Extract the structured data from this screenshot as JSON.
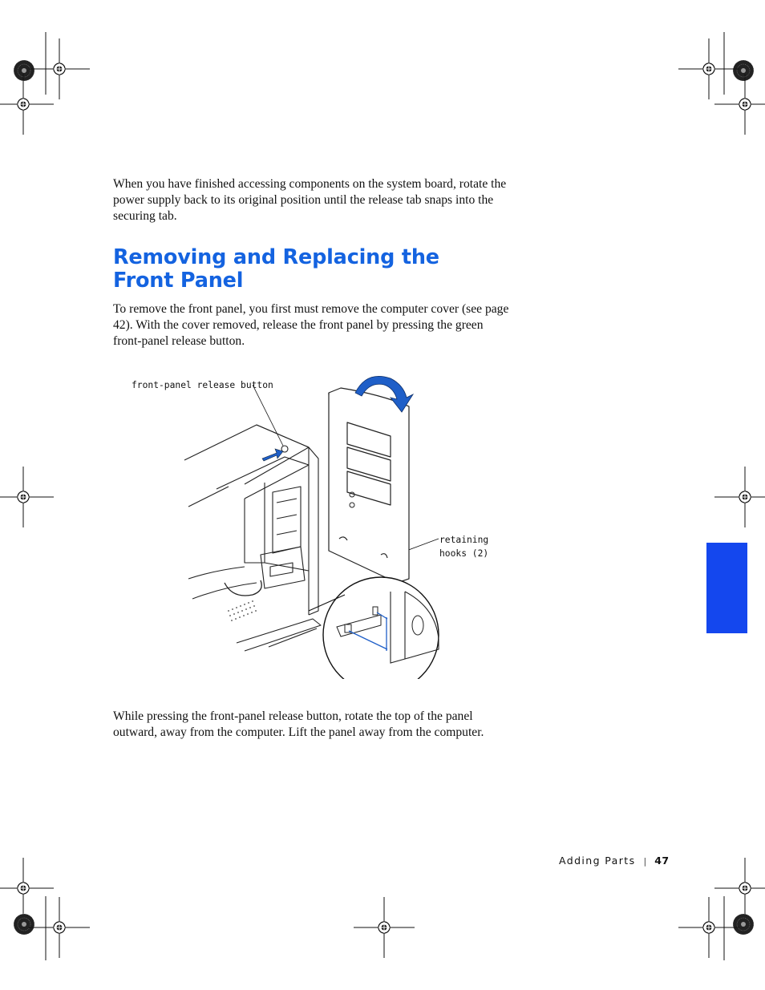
{
  "body": {
    "intro": "When you have finished accessing components on the system board, rotate the power supply back to its original position until the release tab snaps into the securing tab.",
    "heading": "Removing and Replacing the Front Panel",
    "instructions": "To remove the front panel, you first must remove the computer cover (see page 42). With the cover removed, release the front panel by pressing the green front-panel release button.",
    "followup": "While pressing the front-panel release button, rotate the top of the panel outward, away from the computer. Lift the panel away from the computer."
  },
  "figure": {
    "callout_release_button": "front-panel release button",
    "callout_retaining_hooks_line1": "retaining",
    "callout_retaining_hooks_line2": "hooks (2)"
  },
  "footer": {
    "section": "Adding Parts",
    "page_number": "47"
  },
  "colors": {
    "heading": "#1463e0",
    "thumb_tab": "#1447ee",
    "arrow": "#1f5fc8"
  }
}
